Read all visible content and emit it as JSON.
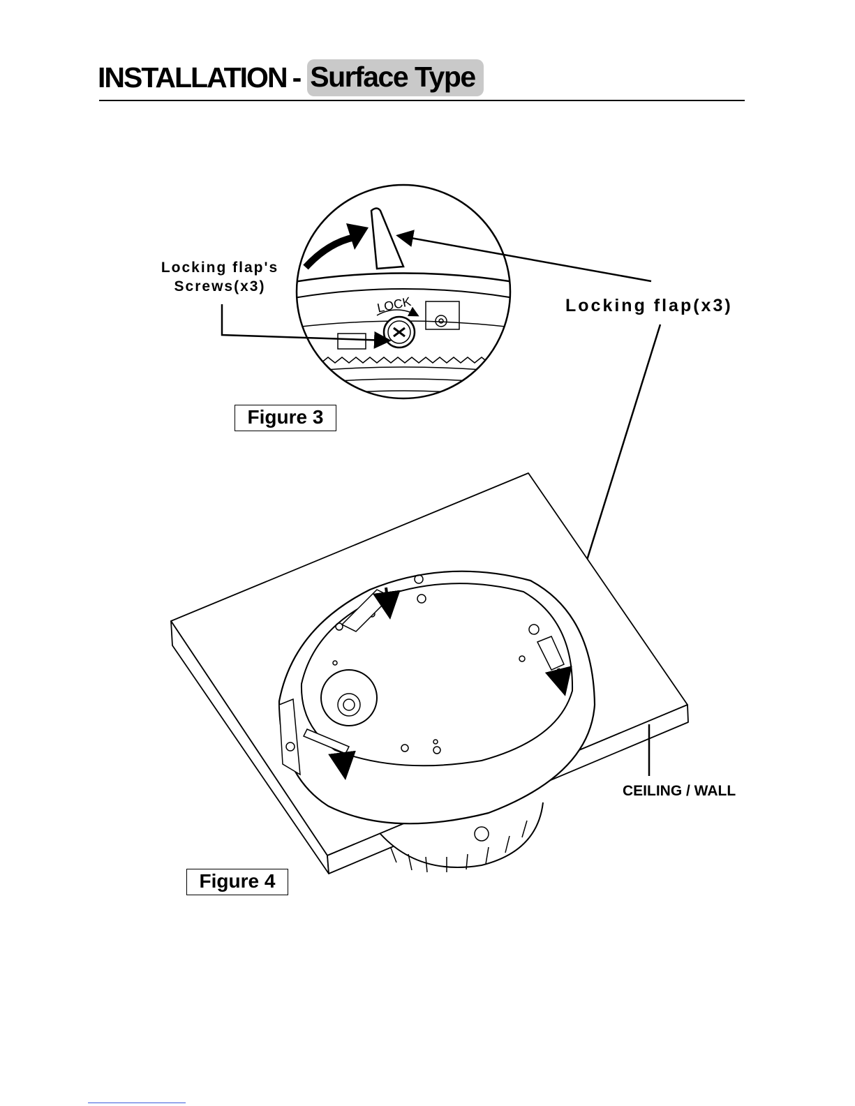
{
  "header": {
    "title_main": "INSTALLATION",
    "title_sep": "-",
    "title_badge": "Surface Type"
  },
  "figure3": {
    "caption": "Figure 3",
    "lock_text": "LOCK",
    "screws_label_line1": "Locking flap's",
    "screws_label_line2": "Screws(x3)",
    "flap_label": "Locking flap(x3)"
  },
  "figure4": {
    "caption": "Figure 4",
    "surface_label": "CEILING / WALL"
  }
}
